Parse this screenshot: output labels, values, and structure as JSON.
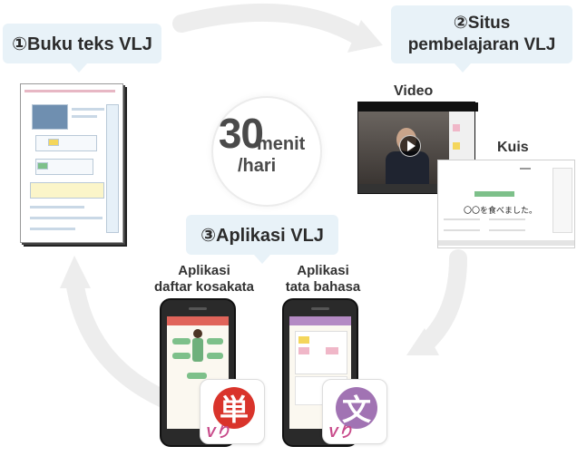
{
  "labels": {
    "step1": "①Buku teks VLJ",
    "step2_line1": "②Situs",
    "step2_line2": "pembelajaran VLJ",
    "step3": "③Aplikasi VLJ"
  },
  "center": {
    "number": "30",
    "unit_line1": "menit",
    "unit_line2": "/hari"
  },
  "site": {
    "video_label": "Video",
    "quiz_label": "Kuis",
    "quiz_text": "〇〇を食べました。"
  },
  "apps": {
    "vocab_label_line1": "Aplikasi",
    "vocab_label_line2": "daftar kosakata",
    "grammar_label_line1": "Aplikasi",
    "grammar_label_line2": "tata bahasa",
    "vocab_kanji": "単",
    "grammar_kanji": "文",
    "icon_tag": "Vり"
  },
  "colors": {
    "bubble": "#e8f2f8",
    "cycle_arrow": "#eeeeee",
    "vocab_icon_red": "#d9342b",
    "grammar_icon_purple": "#a173b3",
    "vocab_app_bar": "#e0645a",
    "grammar_app_bar": "#b48ac4",
    "accent_green": "#7dc08a"
  }
}
